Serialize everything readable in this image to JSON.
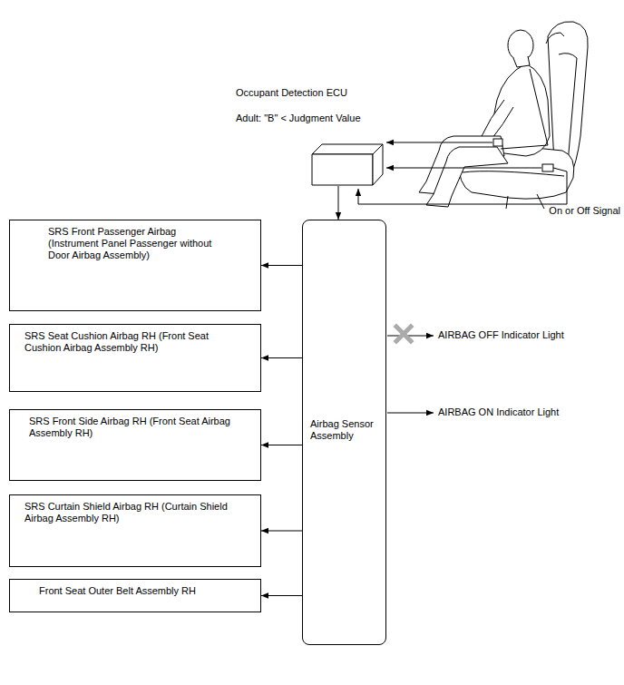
{
  "diagram": {
    "nodes": [
      {
        "text": [
          "Occupant Detection ECU",
          "Adult: \"B\" < Judgment Value"
        ]
      },
      {
        "text": [
          "SRS Front Passenger Airbag (Instrument Panel Passenger without Door Airbag Assembly)"
        ]
      },
      {
        "text": [
          "SRS Seat Cushion Airbag RH (Front Seat Cushion Airbag Assembly RH)"
        ]
      },
      {
        "text": [
          "SRS Front Side Airbag RH (Front Seat Airbag Assembly RH)"
        ]
      },
      {
        "text": [
          "SRS Curtain Shield Airbag RH (Curtain Shield Airbag Assembly RH)"
        ]
      },
      {
        "text": [
          "Front Seat Outer Belt Assembly RH"
        ]
      },
      {
        "text": [
          "Airbag Sensor Assembly"
        ]
      }
    ],
    "edges": [
      {
        "from": 0,
        "to": 6,
        "arrow": "to"
      },
      {
        "from": 6,
        "to": 1,
        "arrow": "to"
      },
      {
        "from": 6,
        "to": 2,
        "arrow": "to"
      },
      {
        "from": 6,
        "to": 3,
        "arrow": "to"
      },
      {
        "from": 6,
        "to": 4,
        "arrow": "to"
      },
      {
        "from": 6,
        "to": 5,
        "arrow": "to"
      }
    ],
    "labels": [
      "On or Off Signal",
      "AIRBAG OFF Indicator Light",
      "AIRBAG ON Indicator Light"
    ]
  }
}
